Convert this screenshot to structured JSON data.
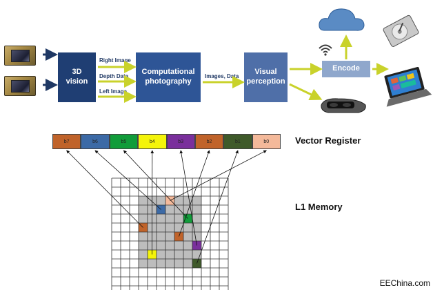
{
  "pipeline": {
    "vision_block": "3D\nvision",
    "comp_block": "Computational\nphotography",
    "perception_block": "Visual\nperception",
    "encode_block": "Encode",
    "labels": {
      "right_image": "Right Image",
      "depth_data": "Depth Data",
      "left_image": "Left Image",
      "images_data": "Images, Data"
    },
    "colors": {
      "vision": "#1f3e73",
      "comp": "#2e5596",
      "perception": "#4f6fa8",
      "encode": "#8fa7cc",
      "arrow_yellow": "#c9d22b",
      "arrow_navy": "#1f3864"
    }
  },
  "register": {
    "title": "Vector Register",
    "cells": [
      {
        "label": "b7",
        "color": "#c0632a"
      },
      {
        "label": "b6",
        "color": "#3c6aa6"
      },
      {
        "label": "b5",
        "color": "#119c3a"
      },
      {
        "label": "b4",
        "color": "#f4f40a"
      },
      {
        "label": "b3",
        "color": "#7a2f9c"
      },
      {
        "label": "b2",
        "color": "#c0632a"
      },
      {
        "label": "b1",
        "color": "#3f5a2a"
      },
      {
        "label": "b0",
        "color": "#f4b99a"
      }
    ]
  },
  "memory": {
    "title": "L1 Memory",
    "rows": 13,
    "cols": 13
  },
  "icons": {
    "cameras": [
      "camera-sensor-icon",
      "camera-sensor-icon"
    ],
    "outputs": [
      "wifi-icon",
      "cloud-icon",
      "hard-drive-icon",
      "tablet-icon",
      "vr-headset-icon"
    ]
  },
  "watermark": "EEChina.com"
}
